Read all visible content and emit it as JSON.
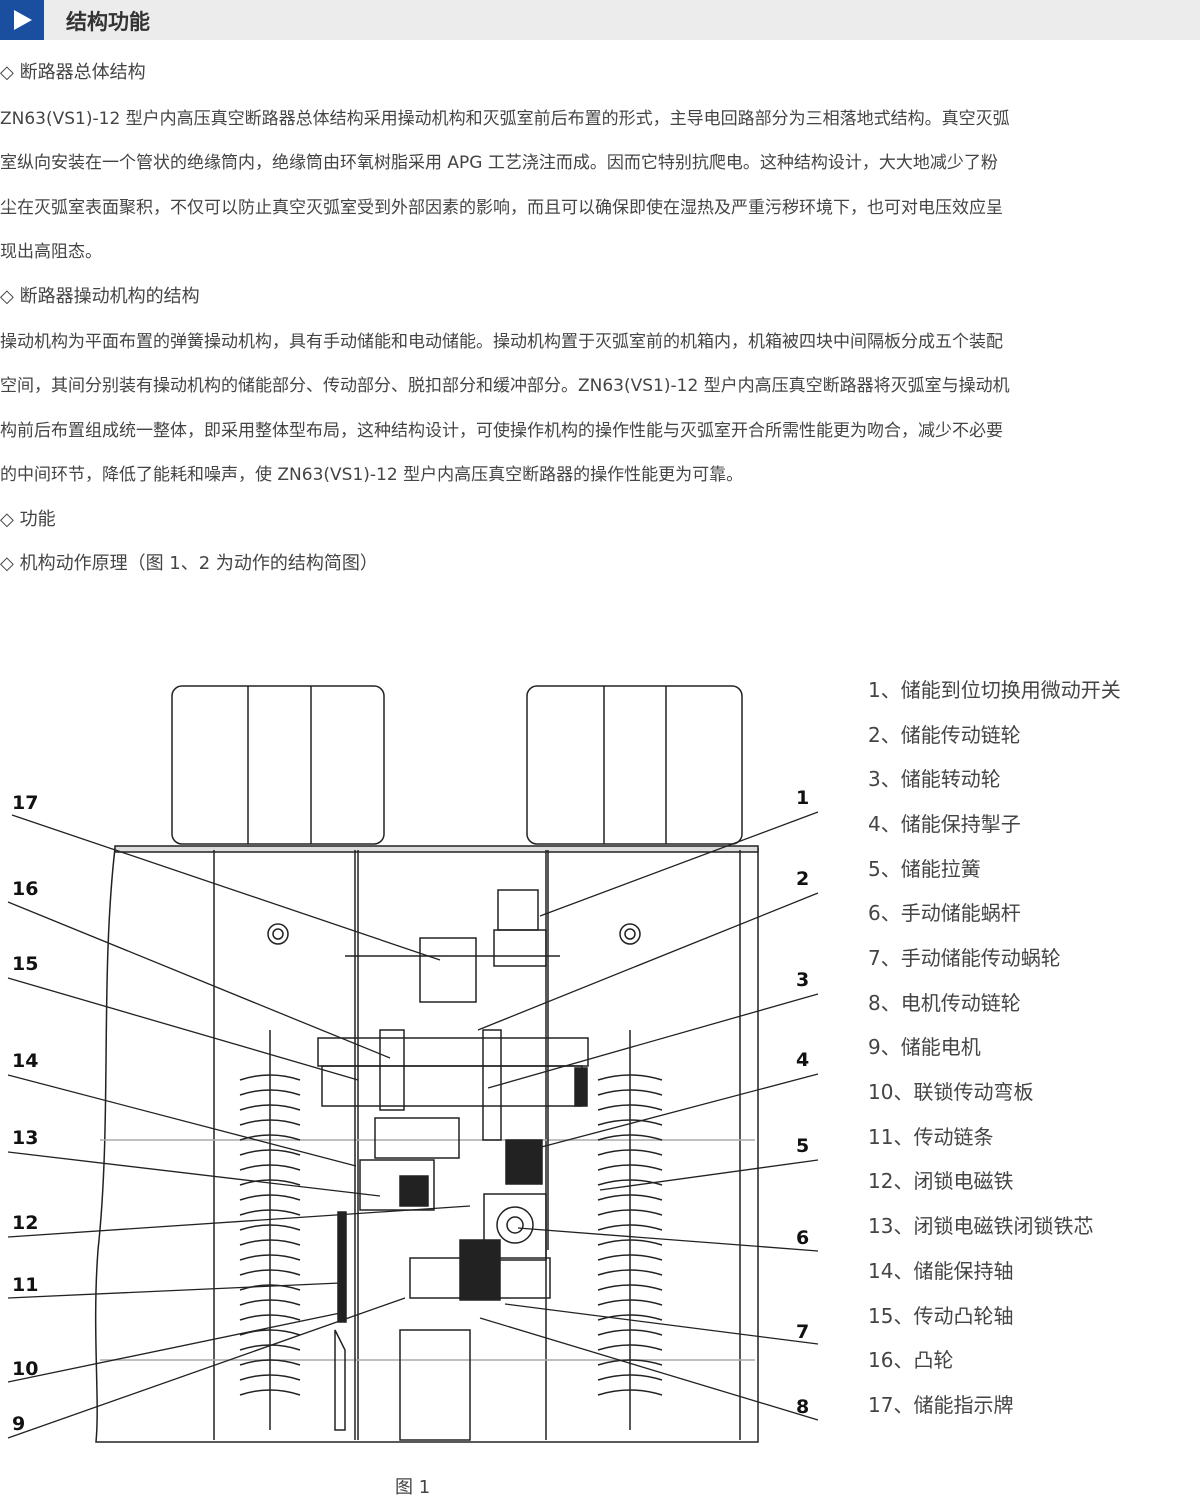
{
  "header": {
    "title": "结构功能"
  },
  "sections": [
    {
      "heading": "◇ 断路器总体结构",
      "lines": [
        "ZN63(VS1)-12 型户内高压真空断路器总体结构采用操动机构和灭弧室前后布置的形式，主导电回路部分为三相落地式结构。真空灭弧",
        "室纵向安装在一个管状的绝缘筒内，绝缘筒由环氧树脂采用 APG 工艺浇注而成。因而它特别抗爬电。这种结构设计，大大地减少了粉",
        "尘在灭弧室表面聚积，不仅可以防止真空灭弧室受到外部因素的影响，而且可以确保即使在湿热及严重污秽环境下，也可对电压效应呈",
        "现出高阻态。"
      ]
    },
    {
      "heading": "◇ 断路器操动机构的结构",
      "lines": [
        "操动机构为平面布置的弹簧操动机构，具有手动储能和电动储能。操动机构置于灭弧室前的机箱内，机箱被四块中间隔板分成五个装配",
        "空间，其间分别装有操动机构的储能部分、传动部分、脱扣部分和缓冲部分。ZN63(VS1)-12 型户内高压真空断路器将灭弧室与操动机",
        "构前后布置组成统一整体，即采用整体型布局，这种结构设计，可使操作机构的操作性能与灭弧室开合所需性能更为吻合，减少不必要",
        "的中间环节，降低了能耗和噪声，使 ZN63(VS1)-12 型户内高压真空断路器的操作性能更为可靠。"
      ]
    },
    {
      "heading": "◇ 功能",
      "lines": []
    },
    {
      "heading": "◇ 机构动作原理（图 1、2 为动作的结构简图）",
      "lines": []
    }
  ],
  "legend": [
    "1、储能到位切换用微动开关",
    "2、储能传动链轮",
    "3、储能转动轮",
    "4、储能保持掣子",
    "5、储能拉簧",
    "6、手动储能蜗杆",
    "7、手动储能传动蜗轮",
    "8、电机传动链轮",
    "9、储能电机",
    "10、联锁传动弯板",
    "11、传动链条",
    "12、闭锁电磁铁",
    "13、闭锁电磁铁闭锁铁芯",
    "14、储能保持轴",
    "15、传动凸轮轴",
    "16、凸轮",
    "17、储能指示牌"
  ],
  "diagram_labels": {
    "left": [
      "17",
      "16",
      "15",
      "14",
      "13",
      "12",
      "11",
      "10",
      "9"
    ],
    "right": [
      "1",
      "2",
      "3",
      "4",
      "5",
      "6",
      "7",
      "8"
    ]
  },
  "caption": "图 1"
}
